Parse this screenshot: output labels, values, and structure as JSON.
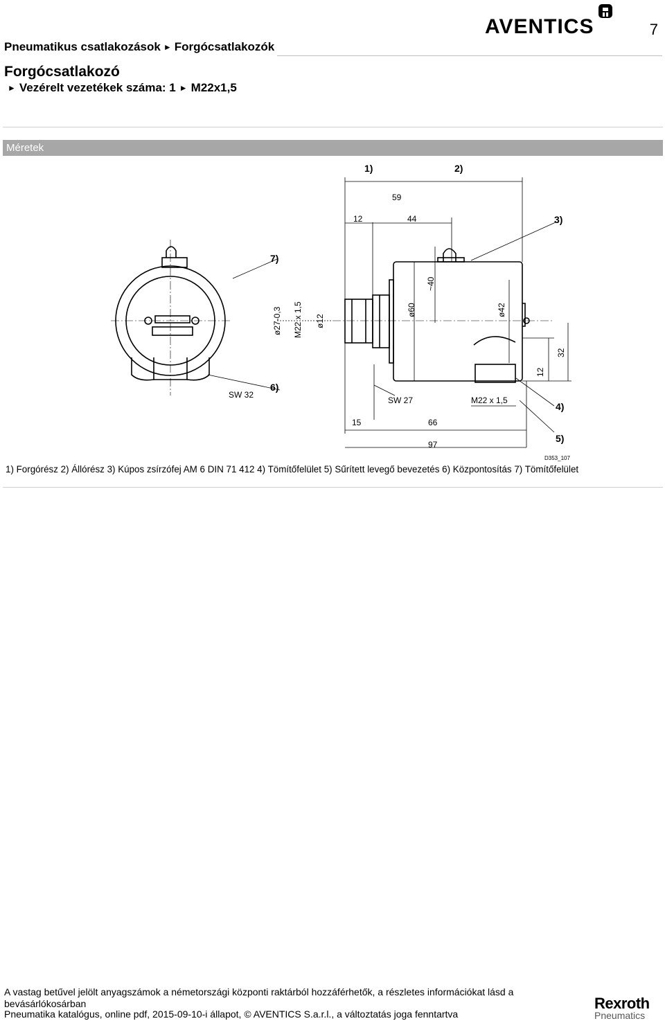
{
  "page_number": "7",
  "brand": {
    "name": "AVENTICS",
    "logo_text": "AVENTICS"
  },
  "breadcrumb": {
    "part1": "Pneumatikus csatlakozások",
    "part2": "Forgócsatlakozók",
    "separator": "►"
  },
  "title": "Forgócsatlakozó",
  "subtitle": {
    "arrow": "►",
    "part1": "Vezérelt vezetékek száma: 1",
    "part2": "M22x1,5"
  },
  "section_title": "Méretek",
  "drawing": {
    "callouts": {
      "c1": "1)",
      "c2": "2)",
      "c3": "3)",
      "c4": "4)",
      "c5": "5)",
      "c6": "6)",
      "c7": "7)"
    },
    "dims": {
      "d59": "59",
      "d12a": "12",
      "d44": "44",
      "d40": "~40",
      "d60": "ø60",
      "d42": "ø42",
      "d12b": "12",
      "d32": "32",
      "d27": "ø27-0,3",
      "dm22v": "M22 x 1,5",
      "d12c": "ø12",
      "sw32": "SW 32",
      "sw27": "SW 27",
      "m22": "M22 x 1,5",
      "d15": "15",
      "d66": "66",
      "d97": "97"
    },
    "drawing_id": "D353_107"
  },
  "legend": "1) Forgórész 2) Állórész 3) Kúpos zsírzófej AM 6 DIN 71 412 4) Tömítőfelület 5) Sűrített levegő bevezetés 6) Központosítás 7) Tömítőfelület",
  "footnote": "A vastag betűvel jelölt anyagszámok a németországi központi raktárból hozzáférhetők, a részletes információkat lásd a bevásárlókosárban",
  "footer": "Pneumatika katalógus, online pdf, 2015-09-10-i állapot, © AVENTICS S.a.r.l., a változtatás joga fenntartva",
  "rexroth": {
    "name": "Rexroth",
    "sub": "Pneumatics"
  },
  "colors": {
    "section_bar": "#a7a7a7",
    "rule": "#cfcfcf"
  }
}
